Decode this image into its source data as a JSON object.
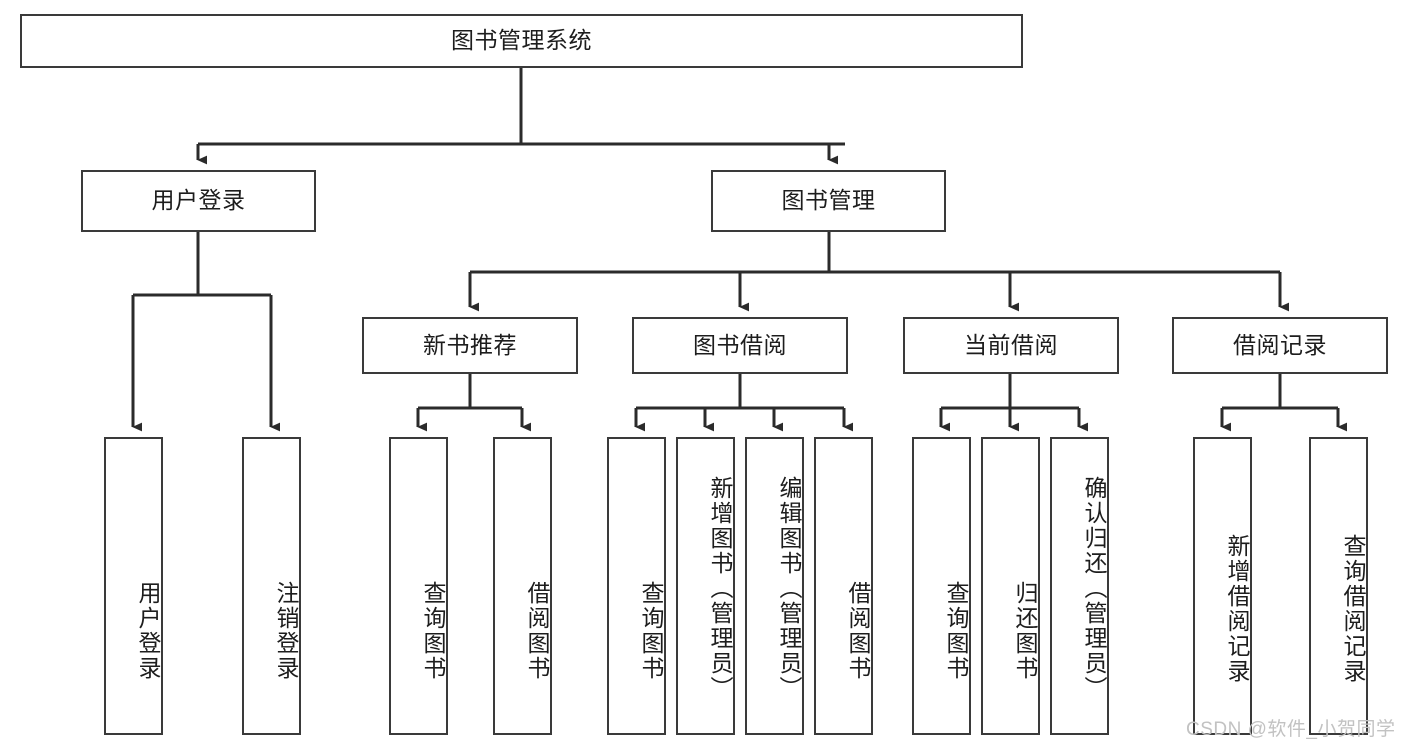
{
  "diagram": {
    "title": "图书管理系统",
    "type": "tree-hierarchy-diagram",
    "colors": {
      "background": "#ffffff",
      "box_border": "#3a3a3a",
      "box_fill": "#ffffff",
      "text": "#1d1d1d",
      "connector": "#2b2b2b",
      "watermark": "#c2c2c2"
    },
    "root": {
      "label": "图书管理系统"
    },
    "level2": [
      {
        "label": "用户登录"
      },
      {
        "label": "图书管理"
      }
    ],
    "level3": [
      {
        "label": "新书推荐"
      },
      {
        "label": "图书借阅"
      },
      {
        "label": "当前借阅"
      },
      {
        "label": "借阅记录"
      }
    ],
    "leaves": {
      "user_login": [
        {
          "label": "用户登录"
        },
        {
          "label": "注销登录"
        }
      ],
      "new_book_recommend": [
        {
          "label": "查询图书"
        },
        {
          "label": "借阅图书"
        }
      ],
      "book_borrow": [
        {
          "label": "查询图书"
        },
        {
          "label": "新增图书（管理员）"
        },
        {
          "label": "编辑图书（管理员）"
        },
        {
          "label": "借阅图书"
        }
      ],
      "current_borrow": [
        {
          "label": "查询图书"
        },
        {
          "label": "归还图书"
        },
        {
          "label": "确认归还（管理员）"
        }
      ],
      "borrow_record": [
        {
          "label": "新增借阅记录"
        },
        {
          "label": "查询借阅记录"
        }
      ]
    }
  },
  "watermark": {
    "text": "CSDN @软件_小贺同学"
  }
}
